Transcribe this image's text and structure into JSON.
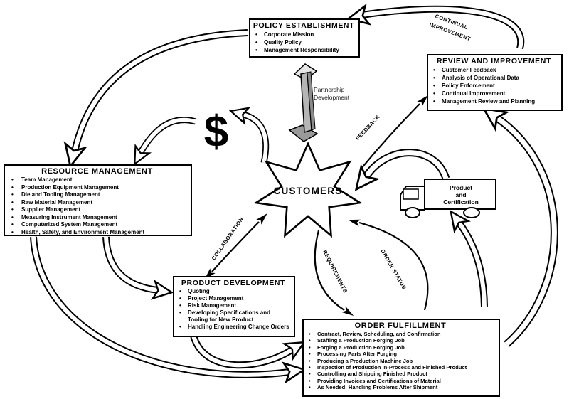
{
  "center": {
    "label": "CUSTOMERS"
  },
  "currency": "$",
  "boxes": {
    "policy": {
      "title": "POLICY ESTABLISHMENT",
      "items": [
        "Corporate Mission",
        "Quality Policy",
        "Management Responsibility"
      ]
    },
    "review": {
      "title": "REVIEW AND IMPROVEMENT",
      "items": [
        "Customer Feedback",
        "Analysis of Operational Data",
        "Policy Enforcement",
        "Continual Improvement",
        "Management Review and Planning"
      ]
    },
    "resource": {
      "title": "RESOURCE MANAGEMENT",
      "items": [
        "Team Management",
        "Production Equipment Management",
        "Die and Tooling Management",
        "Raw Material Management",
        "Supplier Management",
        "Measuring Instrument Management",
        "Computerized System Management",
        "Health, Safety, and Environment Management"
      ]
    },
    "product_development": {
      "title": "PRODUCT DEVELOPMENT",
      "items": [
        "Quoting",
        "Project Management",
        "Risk Management",
        "Developing Specifications and Tooling for New Product",
        "Handling Engineering Change Orders"
      ]
    },
    "order_fulfillment": {
      "title": "ORDER FULFILLMENT",
      "items": [
        "Contract, Review, Scheduling, and Confirmation",
        "Staffing a Production Forging Job",
        "Forging a Production Forging Job",
        "Processing Parts After Forging",
        "Producing a Production Machine Job",
        "Inspection of Production In-Process and Finished Product",
        "Controlling and Shipping Finished Product",
        "Providing Invoices and Certifications of Material",
        "As Needed: Handling Problems After Shipment"
      ]
    }
  },
  "labels": {
    "continual_improvement": [
      "CONTINUAL",
      "IMPROVEMENT"
    ],
    "feedback": "FEEDBACK",
    "collaboration": "COLLABORATION",
    "requirements": "REQUIREMENTS",
    "order_status": "ORDER STATUS",
    "partnership": [
      "Partnership",
      "Development"
    ]
  },
  "truck": {
    "label_lines": [
      "Product",
      "and",
      "Certification"
    ]
  },
  "colors": {
    "ink": "#000000",
    "paper": "#ffffff",
    "arrow_3d_gray": "#9a9a9a"
  }
}
